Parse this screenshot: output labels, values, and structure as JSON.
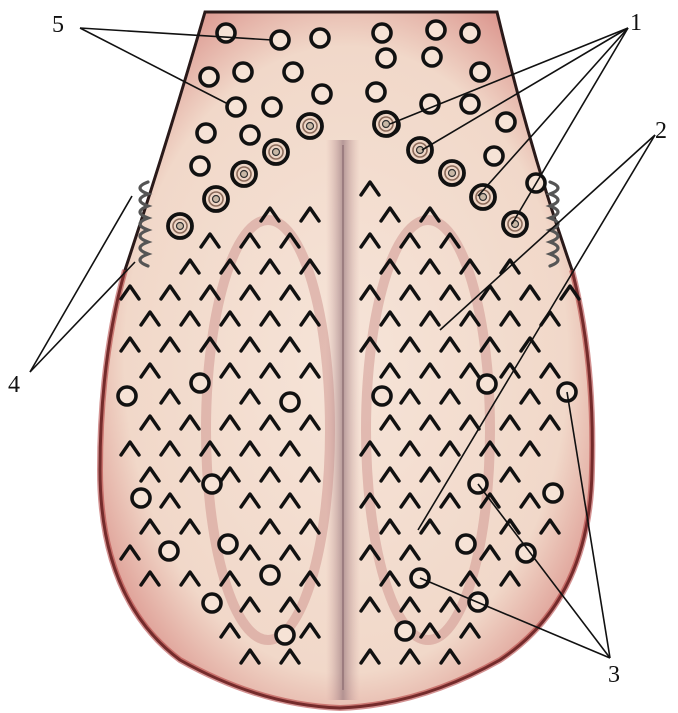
{
  "labels": {
    "vallate": "1",
    "filiform": "2",
    "fungiform": "3",
    "foliate": "4",
    "terminal_sulcus": "5"
  },
  "colors": {
    "tongue_fill": "#f3ddcf",
    "tongue_edge": "#b03a3a",
    "muscle_streak": "#c98a86",
    "outline": "#1a1a1a"
  }
}
